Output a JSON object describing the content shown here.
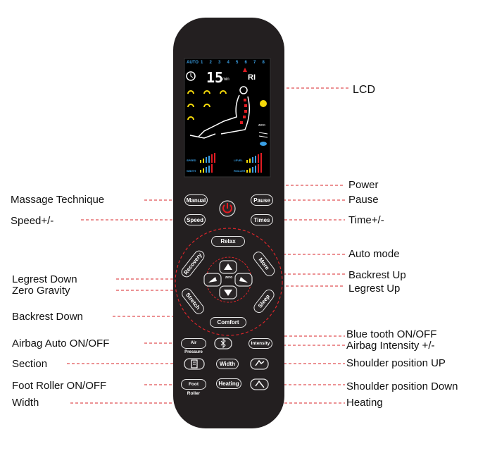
{
  "labels_left": {
    "massage_technique": "Massage Technique",
    "speed": "Speed+/-",
    "legrest_down": "Legrest Down",
    "zero_gravity": "Zero Gravity",
    "backrest_down": "Backrest Down",
    "airbag_auto": "Airbag Auto ON/OFF",
    "section": "Section",
    "foot_roller": "Foot Roller ON/OFF",
    "width": "Width"
  },
  "labels_right": {
    "lcd": "LCD",
    "power": "Power",
    "pause": "Pause",
    "time": "Time+/-",
    "auto_mode": "Auto  mode",
    "backrest_up": "Backrest Up",
    "legrest_up": "Legrest Up",
    "bluetooth": "Blue tooth ON/OFF",
    "airbag_intensity": "Airbag Intensity +/-",
    "shoulder_up": "Shoulder position UP",
    "shoulder_down": "Shoulder position Down",
    "heating": "Heating"
  },
  "buttons": {
    "manual": "Manual",
    "pause": "Pause",
    "speed": "Speed",
    "times": "Times",
    "relax": "Relax",
    "recovery": "Recovery",
    "more": "More",
    "stretch": "Stretch",
    "sleep": "Sleep",
    "comfort": "Comfort",
    "zero": "zero",
    "air_pressure": "Air Pressure",
    "intensity": "Intensity",
    "width": "Width",
    "foot_roller": "Foot Roller",
    "heating": "Heating"
  },
  "lcd": {
    "auto": "AUTO",
    "modes": [
      "1",
      "2",
      "3",
      "4",
      "5",
      "6",
      "7",
      "8"
    ],
    "timer": "15",
    "timer_unit": "min",
    "program": "RI",
    "zero": "zero",
    "speed_label": "SPEED",
    "width_label": "WIDTH",
    "level_label": "LEVEL",
    "roller_label": "ROLLER"
  },
  "colors": {
    "remote_body": "#231f20",
    "leader_line": "#d9252a",
    "lcd_blue": "#3aa0e6",
    "lcd_yellow": "#f5d90a",
    "power_red": "#e11b22"
  }
}
